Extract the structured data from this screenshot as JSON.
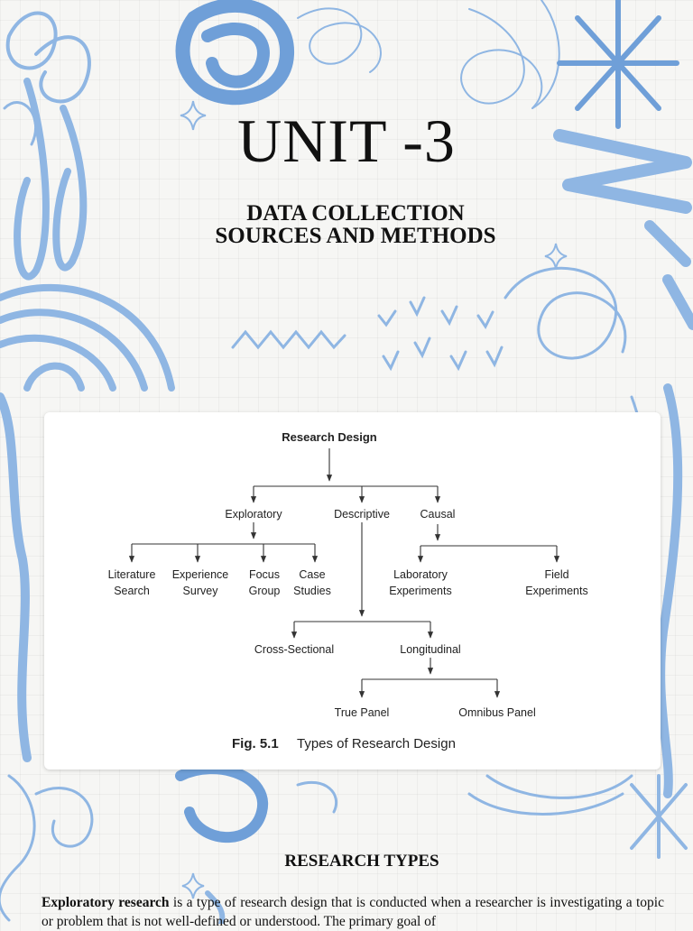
{
  "title": "UNIT -3",
  "subtitle": {
    "line1": "DATA COLLECTION",
    "line2": "SOURCES AND METHODS"
  },
  "figure": {
    "root": "Research Design",
    "level1": {
      "exploratory": "Exploratory",
      "descriptive": "Descriptive",
      "causal": "Causal"
    },
    "exploratory_children": {
      "literature_search": [
        "Literature",
        "Search"
      ],
      "experience_survey": [
        "Experience",
        "Survey"
      ],
      "focus_group": [
        "Focus",
        "Group"
      ],
      "case_studies": [
        "Case",
        "Studies"
      ]
    },
    "causal_children": {
      "laboratory_experiments": [
        "Laboratory",
        "Experiments"
      ],
      "field_experiments": [
        "Field",
        "Experiments"
      ]
    },
    "descriptive_children": {
      "cross_sectional": "Cross-Sectional",
      "longitudinal": "Longitudinal"
    },
    "longitudinal_children": {
      "true_panel": "True Panel",
      "omnibus_panel": "Omnibus Panel"
    },
    "caption": {
      "number": "Fig. 5.1",
      "text": "Types of Research Design"
    }
  },
  "section_heading": "RESEARCH TYPES",
  "paragraph": {
    "term": "Exploratory research",
    "text": " is a type of research design that is conducted when a researcher is investigating a topic or problem that is not well-defined or understood. The primary goal of"
  },
  "colors": {
    "decor_blue": "#8fb6e3",
    "decor_blue_dark": "#6f9fd8",
    "text": "#111111",
    "card_bg": "#ffffff"
  }
}
